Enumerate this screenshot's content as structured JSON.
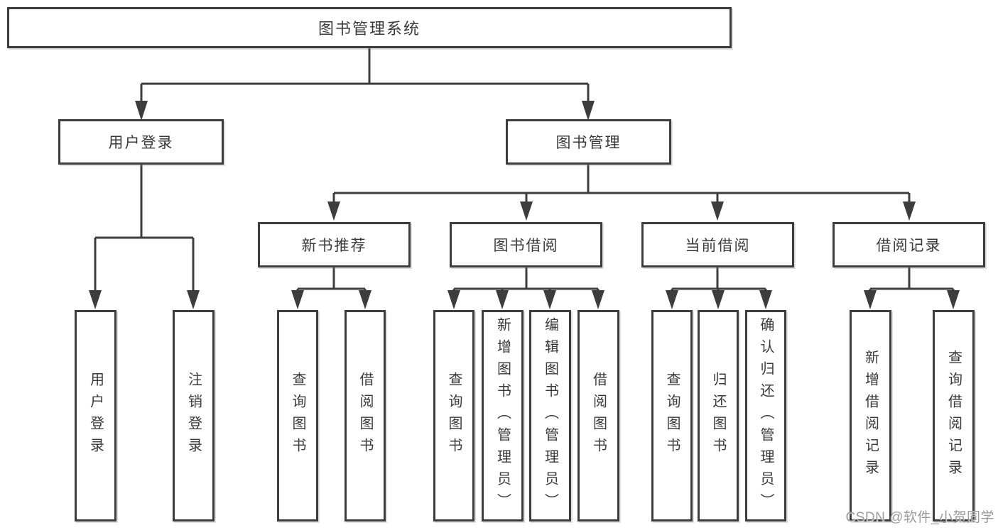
{
  "diagram": {
    "root": "图书管理系统",
    "level2": {
      "user_login": "用户登录",
      "book_management": "图书管理"
    },
    "level3": {
      "new_book": "新书推荐",
      "book_borrow": "图书借阅",
      "current_borrow": "当前借阅",
      "borrow_records": "借阅记录"
    },
    "leaves": {
      "user_login": [
        "用户登录",
        "注销登录"
      ],
      "new_book": [
        "查询图书",
        "借阅图书"
      ],
      "book_borrow": [
        "查询图书",
        "新增图书（管理员）",
        "编辑图书（管理员）",
        "借阅图书"
      ],
      "current_borrow": [
        "查询图书",
        "归还图书",
        "确认归还（管理员）"
      ],
      "borrow_records": [
        "新增借阅记录",
        "查询借阅记录"
      ]
    }
  },
  "watermark": "CSDN @软件_小贺同学",
  "colors": {
    "line": "#3d3d3d",
    "box_border": "#3d3d3d",
    "text": "#3a3a3a",
    "watermark": "#9b9b9b",
    "background": "#ffffff"
  }
}
